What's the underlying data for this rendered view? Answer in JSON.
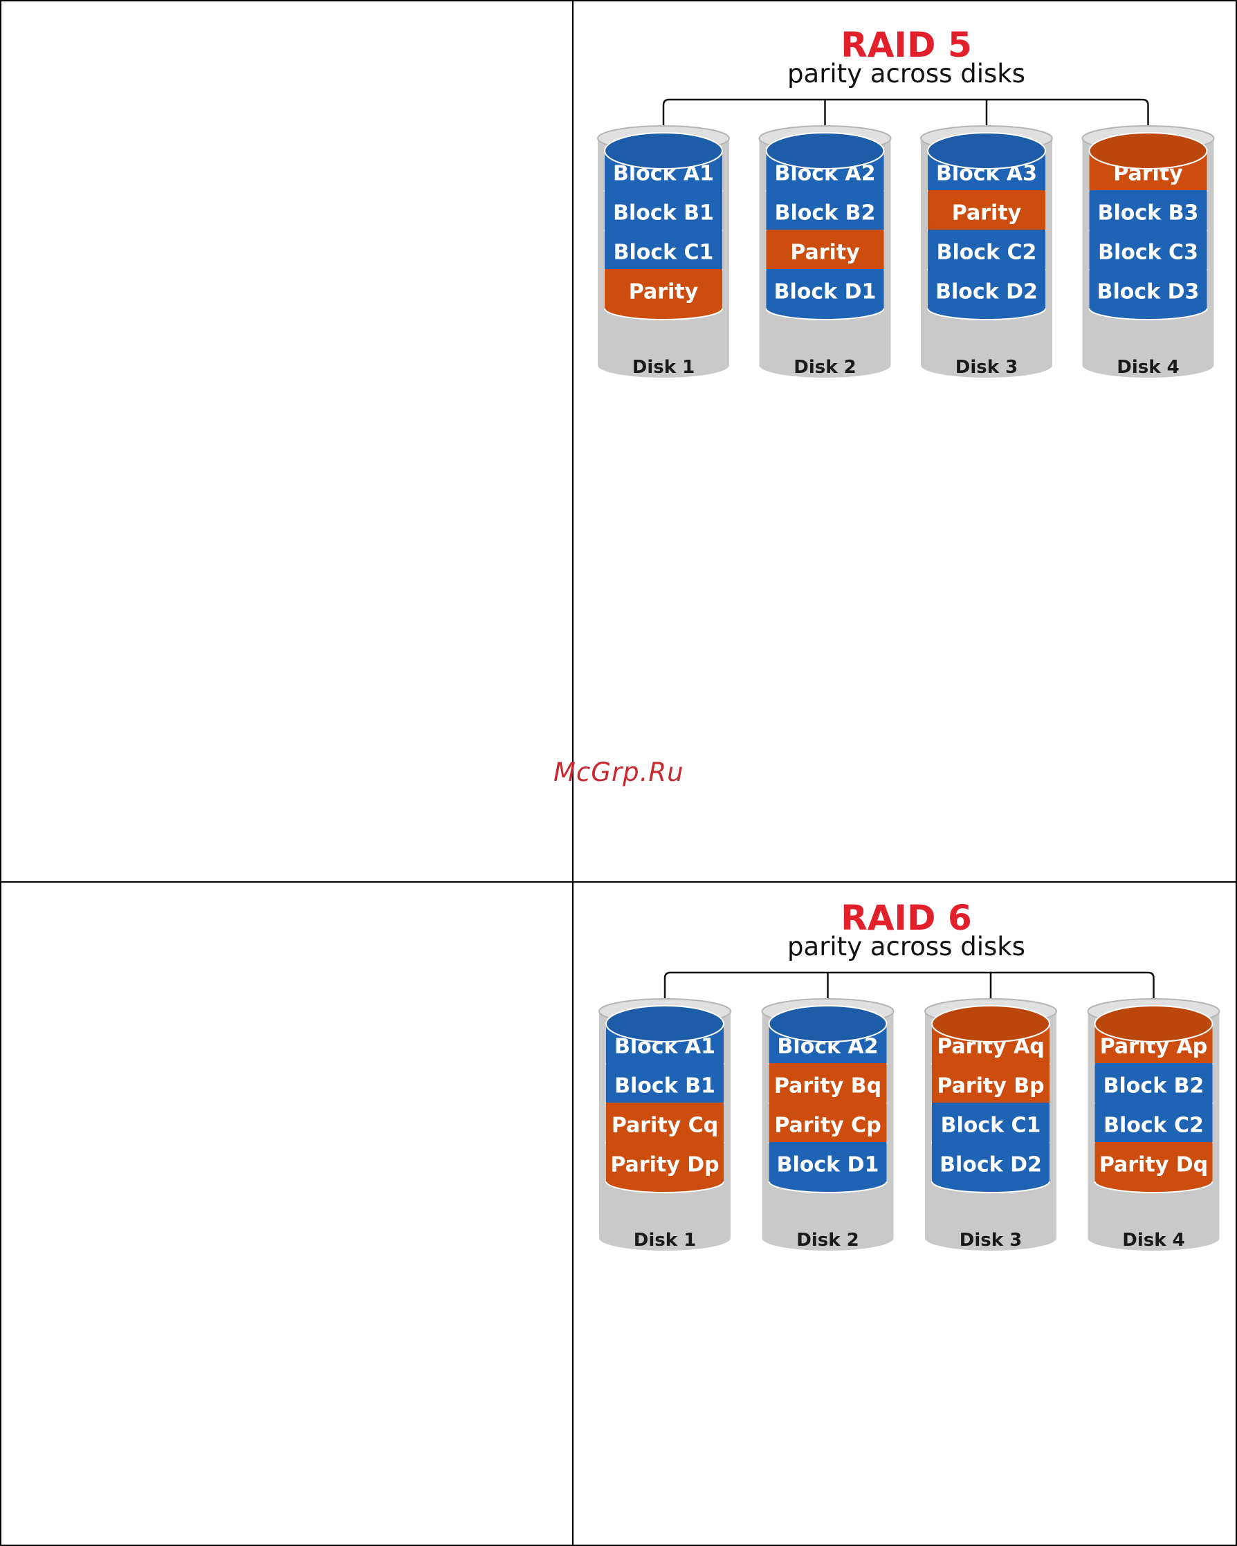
{
  "colors": {
    "title": "#e1202b",
    "block": "#1f64b4",
    "parity": "#cc4d0e",
    "disk_shell": "#c9c9c9",
    "block_text": "#ffffff",
    "caption_text": "#1a1a1a"
  },
  "watermark": "McGrp.Ru",
  "diagrams": [
    {
      "title": "RAID 5",
      "subtitle": "parity across disks",
      "disks": [
        {
          "label": "Disk 1",
          "top": "block",
          "blocks": [
            {
              "label": "Block A1",
              "kind": "block"
            },
            {
              "label": "Block B1",
              "kind": "block"
            },
            {
              "label": "Block C1",
              "kind": "block"
            },
            {
              "label": "Parity",
              "kind": "parity"
            }
          ]
        },
        {
          "label": "Disk 2",
          "top": "block",
          "blocks": [
            {
              "label": "Block A2",
              "kind": "block"
            },
            {
              "label": "Block B2",
              "kind": "block"
            },
            {
              "label": "Parity",
              "kind": "parity"
            },
            {
              "label": "Block D1",
              "kind": "block"
            }
          ]
        },
        {
          "label": "Disk 3",
          "top": "block",
          "blocks": [
            {
              "label": "Block A3",
              "kind": "block"
            },
            {
              "label": "Parity",
              "kind": "parity"
            },
            {
              "label": "Block C2",
              "kind": "block"
            },
            {
              "label": "Block D2",
              "kind": "block"
            }
          ]
        },
        {
          "label": "Disk 4",
          "top": "parity",
          "blocks": [
            {
              "label": "Parity",
              "kind": "parity"
            },
            {
              "label": "Block B3",
              "kind": "block"
            },
            {
              "label": "Block C3",
              "kind": "block"
            },
            {
              "label": "Block D3",
              "kind": "block"
            }
          ]
        }
      ]
    },
    {
      "title": "RAID 6",
      "subtitle": "parity across disks",
      "disks": [
        {
          "label": "Disk 1",
          "top": "block",
          "blocks": [
            {
              "label": "Block A1",
              "kind": "block"
            },
            {
              "label": "Block B1",
              "kind": "block"
            },
            {
              "label": "Parity Cq",
              "kind": "parity"
            },
            {
              "label": "Parity Dp",
              "kind": "parity"
            }
          ]
        },
        {
          "label": "Disk 2",
          "top": "block",
          "blocks": [
            {
              "label": "Block A2",
              "kind": "block"
            },
            {
              "label": "Parity Bq",
              "kind": "parity"
            },
            {
              "label": "Parity Cp",
              "kind": "parity"
            },
            {
              "label": "Block D1",
              "kind": "block"
            }
          ]
        },
        {
          "label": "Disk 3",
          "top": "parity",
          "blocks": [
            {
              "label": "Parity Aq",
              "kind": "parity"
            },
            {
              "label": "Parity Bp",
              "kind": "parity"
            },
            {
              "label": "Block C1",
              "kind": "block"
            },
            {
              "label": "Block D2",
              "kind": "block"
            }
          ]
        },
        {
          "label": "Disk 4",
          "top": "parity",
          "blocks": [
            {
              "label": "Parity Ap",
              "kind": "parity"
            },
            {
              "label": "Block B2",
              "kind": "block"
            },
            {
              "label": "Block C2",
              "kind": "block"
            },
            {
              "label": "Parity Dq",
              "kind": "parity"
            }
          ]
        }
      ]
    }
  ]
}
